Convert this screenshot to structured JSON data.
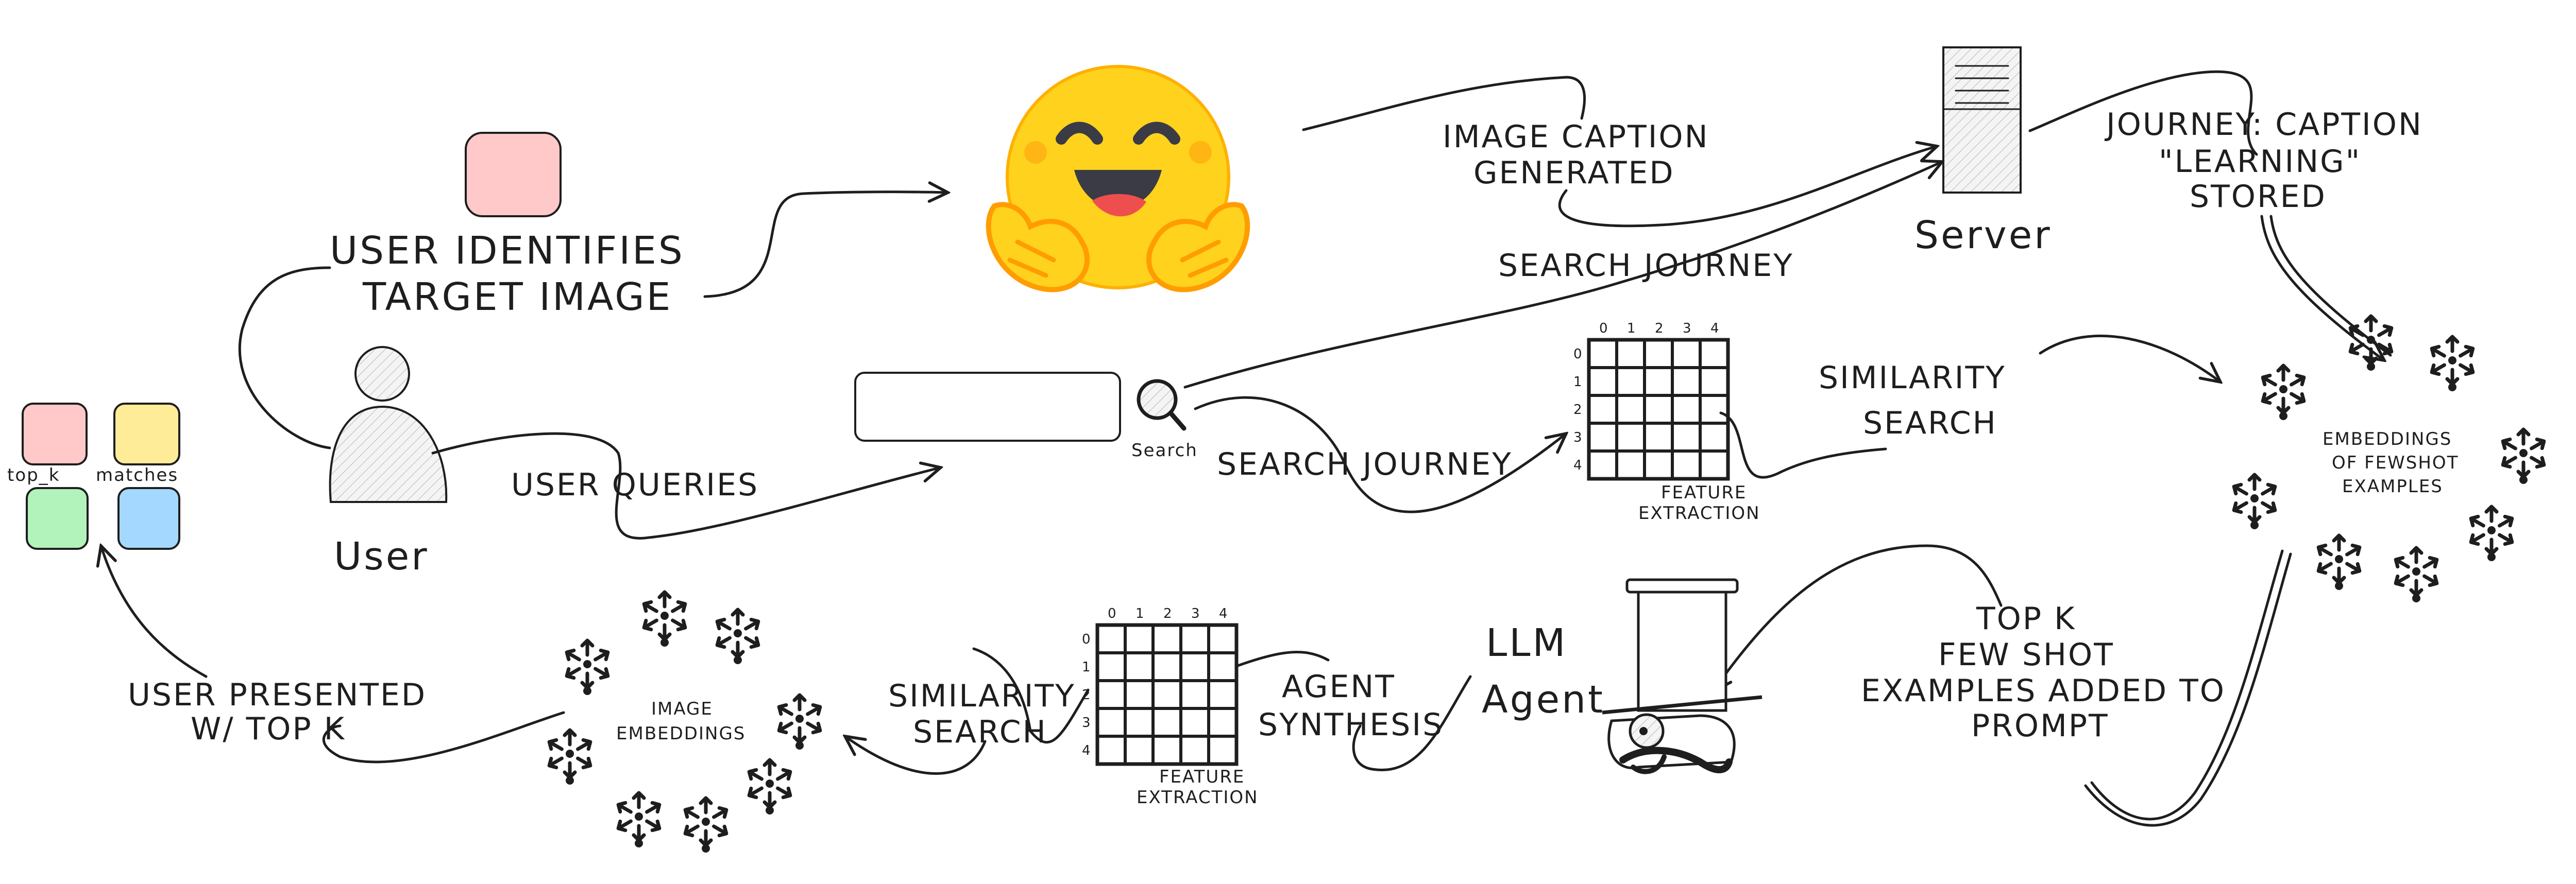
{
  "user": {
    "label": "User",
    "identifies_line1": "USER IDENTIFIES",
    "identifies_line2": "TARGET IMAGE",
    "queries_label": "USER QUERIES",
    "presented_line1": "USER PRESENTED",
    "presented_line2": "W/ TOP K"
  },
  "legend": {
    "top_k": "top_k",
    "matches": "matches"
  },
  "colors": {
    "pink": "#ffc9c9",
    "yellow": "#ffec99",
    "green": "#b2f2bb",
    "blue": "#a5d8ff",
    "hf_yellow": "#ffd21e",
    "hf_orange": "#ff9d00"
  },
  "icons": {
    "target_image": "pink-square-icon",
    "hf_logo": "hugging-face-icon",
    "server": "server-icon",
    "search": "magnifier-icon",
    "agent": "top-hat-agent-icon",
    "embedding": "embedding-cluster-icon"
  },
  "search": {
    "label": "Search",
    "journey_label": "SEARCH JOURNEY"
  },
  "caption": {
    "line1": "IMAGE CAPTION",
    "line2": "GENERATED"
  },
  "server": {
    "label": "Server",
    "search_journey": "SEARCH JOURNEY"
  },
  "journey_store": {
    "line1": "JOURNEY: CAPTION",
    "line2": "\"LEARNING\"",
    "line3": "STORED"
  },
  "grid_axis": [
    "0",
    "1",
    "2",
    "3",
    "4"
  ],
  "feature_upper": {
    "line1": "FEATURE",
    "line2": "EXTRACTION"
  },
  "feature_lower": {
    "line1": "FEATURE",
    "line2": "EXTRACTION"
  },
  "similarity_upper": {
    "line1": "SIMILARITY",
    "line2": "SEARCH"
  },
  "similarity_lower": {
    "line1": "SIMILARITY",
    "line2": "SEARCH"
  },
  "fewshot_embeddings": {
    "line1": "EMBEDDINGS",
    "line2": "OF FEWSHOT",
    "line3": "EXAMPLES"
  },
  "image_embeddings": {
    "line1": "IMAGE",
    "line2": "EMBEDDINGS"
  },
  "top_k_prompt": {
    "line1": "TOP K",
    "line2": "FEW SHOT",
    "line3": "EXAMPLES ADDED TO",
    "line4": "PROMPT"
  },
  "llm_agent": {
    "line1": "LLM",
    "line2": "Agent"
  },
  "agent_synthesis": {
    "line1": "AGENT",
    "line2": "SYNTHESIS"
  }
}
